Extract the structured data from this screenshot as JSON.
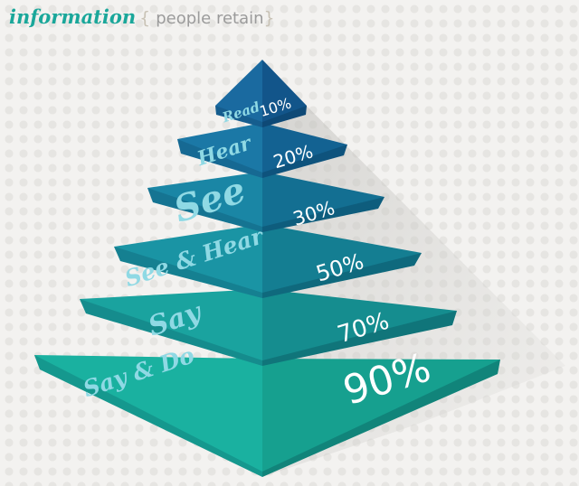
{
  "header": {
    "title": "information",
    "brace_open": "{",
    "subtitle": "people retain",
    "brace_close": "}"
  },
  "pyramid": {
    "levels": [
      {
        "label": "Read",
        "percent": "10%",
        "value": 10,
        "left_color": "#1a6aa0",
        "right_color": "#12558a"
      },
      {
        "label": "Hear",
        "percent": "20%",
        "value": 20,
        "left_color": "#1b78a6",
        "right_color": "#136292"
      },
      {
        "label": "See",
        "percent": "30%",
        "value": 30,
        "left_color": "#1a86a5",
        "right_color": "#136f92"
      },
      {
        "label": "See & Hear",
        "percent": "50%",
        "value": 50,
        "left_color": "#1a94a4",
        "right_color": "#147e92"
      },
      {
        "label": "Say",
        "percent": "70%",
        "value": 70,
        "left_color": "#1aa39f",
        "right_color": "#158d8f"
      },
      {
        "label": "Say & Do",
        "percent": "90%",
        "value": 90,
        "left_color": "#1ab1a0",
        "right_color": "#16a08f"
      }
    ]
  }
}
